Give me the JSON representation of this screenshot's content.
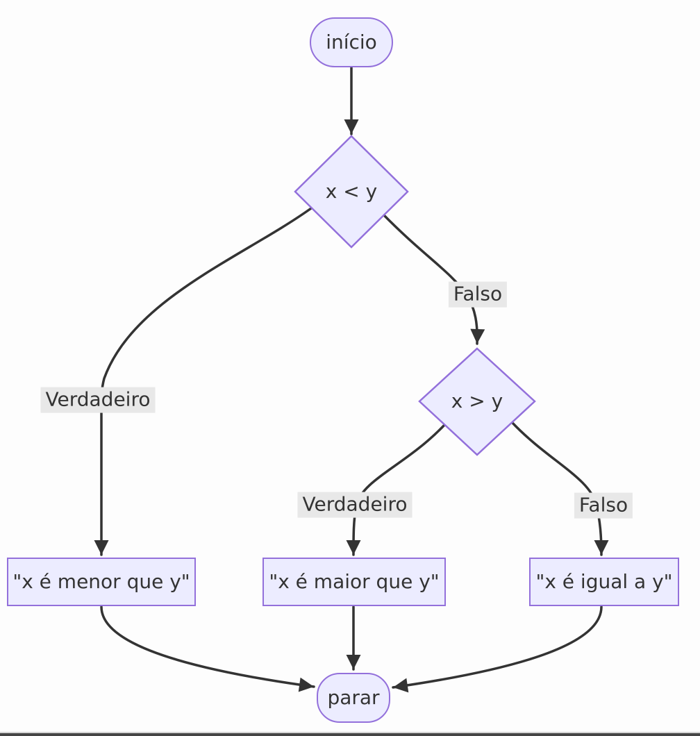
{
  "diagram": {
    "type": "flowchart",
    "direction": "top-down",
    "nodes": {
      "start": {
        "label": "início",
        "shape": "stadium"
      },
      "decision1": {
        "label": "x < y",
        "shape": "diamond"
      },
      "decision2": {
        "label": "x > y",
        "shape": "diamond"
      },
      "result_less": {
        "label": "\"x é menor que y\"",
        "shape": "rect"
      },
      "result_greater": {
        "label": "\"x é maior que y\"",
        "shape": "rect"
      },
      "result_equal": {
        "label": "\"x é igual a y\"",
        "shape": "rect"
      },
      "end": {
        "label": "parar",
        "shape": "stadium"
      }
    },
    "edges": [
      {
        "from": "start",
        "to": "decision1",
        "label": ""
      },
      {
        "from": "decision1",
        "to": "result_less",
        "label": "Verdadeiro"
      },
      {
        "from": "decision1",
        "to": "decision2",
        "label": "Falso"
      },
      {
        "from": "decision2",
        "to": "result_greater",
        "label": "Verdadeiro"
      },
      {
        "from": "decision2",
        "to": "result_equal",
        "label": "Falso"
      },
      {
        "from": "result_less",
        "to": "end",
        "label": ""
      },
      {
        "from": "result_greater",
        "to": "end",
        "label": ""
      },
      {
        "from": "result_equal",
        "to": "end",
        "label": ""
      }
    ]
  },
  "colors": {
    "canvas_bg": "#fdfdfd",
    "node_fill": "#ECECFF",
    "node_border": "#9370DB",
    "edge_color": "#333333",
    "label_bg": "#e8e8e8",
    "text_color": "#333333",
    "bottom_edge": "#454545"
  }
}
